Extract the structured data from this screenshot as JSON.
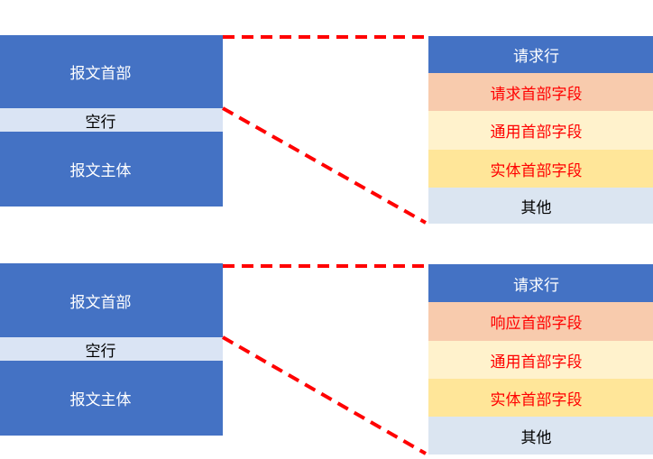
{
  "palette": {
    "primary_blue": "#4472C4",
    "blank_line_bg": "#DAE4F4",
    "request_headers_bg": "#F8CBAD",
    "general_headers_bg": "#FFF2CC",
    "entity_headers_bg": "#FFE699",
    "other_bg": "#DBE5F1",
    "connector_red": "#FF0000",
    "red_text": "#FF0000",
    "white_text": "#FFFFFF",
    "black_text": "#000000"
  },
  "diagrams": [
    {
      "message_box": {
        "sections": [
          {
            "label": "报文首部",
            "bg": "#4472C4",
            "color": "#FFFFFF"
          },
          {
            "label": "空行",
            "bg": "#DAE4F4",
            "color": "#000000"
          },
          {
            "label": "报文主体",
            "bg": "#4472C4",
            "color": "#FFFFFF"
          }
        ]
      },
      "detail_panel": {
        "rows": [
          {
            "label": "请求行",
            "bg": "#4472C4",
            "color": "#FFFFFF"
          },
          {
            "label": "请求首部字段",
            "bg": "#F8CBAD",
            "color": "#FF0000"
          },
          {
            "label": "通用首部字段",
            "bg": "#FFF2CC",
            "color": "#FF0000"
          },
          {
            "label": "实体首部字段",
            "bg": "#FFE699",
            "color": "#FF0000"
          },
          {
            "label": "其他",
            "bg": "#DBE5F1",
            "color": "#000000"
          }
        ]
      }
    },
    {
      "message_box": {
        "sections": [
          {
            "label": "报文首部",
            "bg": "#4472C4",
            "color": "#FFFFFF"
          },
          {
            "label": "空行",
            "bg": "#DAE4F4",
            "color": "#000000"
          },
          {
            "label": "报文主体",
            "bg": "#4472C4",
            "color": "#FFFFFF"
          }
        ]
      },
      "detail_panel": {
        "rows": [
          {
            "label": "请求行",
            "bg": "#4472C4",
            "color": "#FFFFFF"
          },
          {
            "label": "响应首部字段",
            "bg": "#F8CBAD",
            "color": "#FF0000"
          },
          {
            "label": "通用首部字段",
            "bg": "#FFF2CC",
            "color": "#FF0000"
          },
          {
            "label": "实体首部字段",
            "bg": "#FFE699",
            "color": "#FF0000"
          },
          {
            "label": "其他",
            "bg": "#DBE5F1",
            "color": "#000000"
          }
        ]
      }
    }
  ]
}
